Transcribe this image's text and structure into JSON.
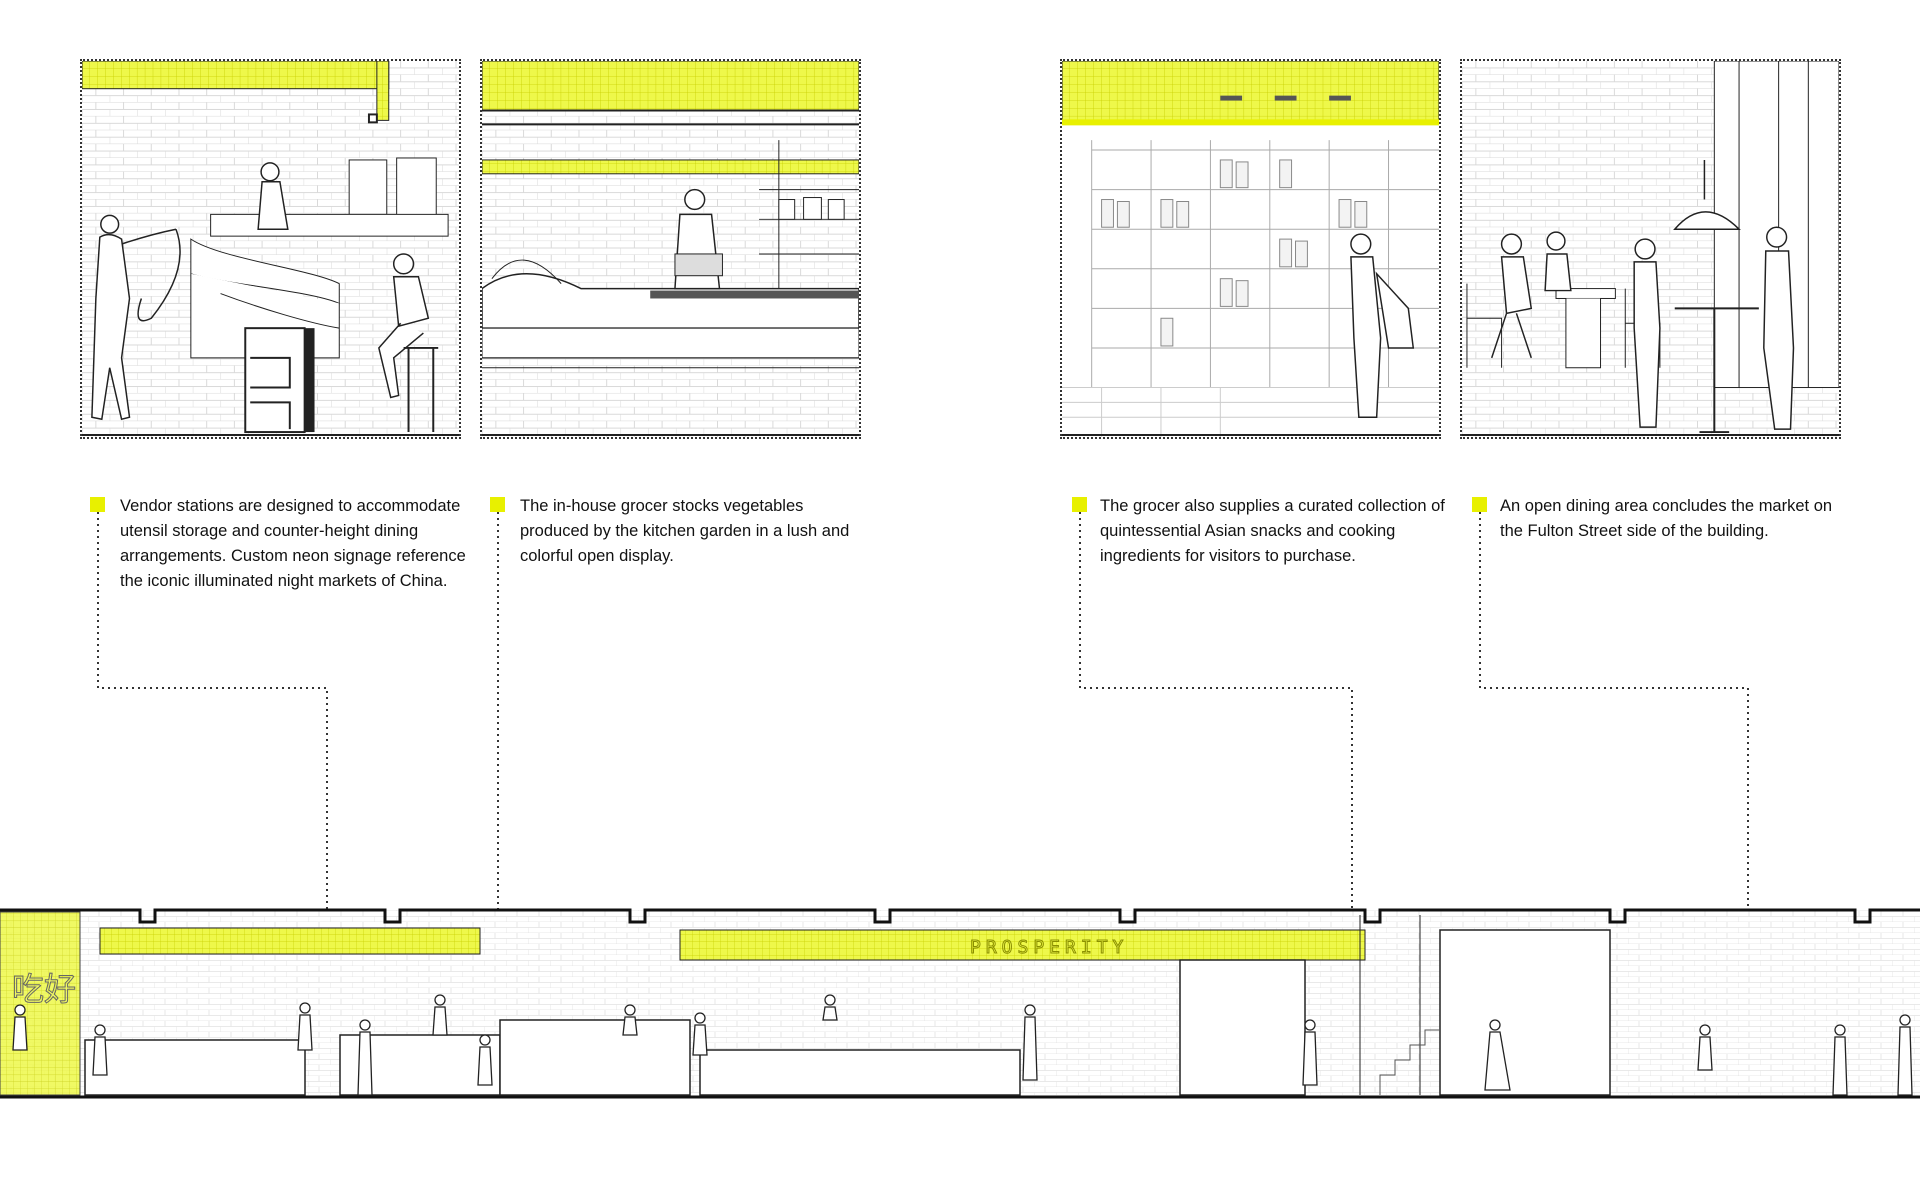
{
  "colors": {
    "accent": "#e8f000",
    "line": "#222222",
    "background": "#ffffff"
  },
  "captions": [
    {
      "text": "Vendor stations are designed to accommodate utensil storage and counter-height dining arrangements. Custom neon signage reference the iconic illuminated night markets of China."
    },
    {
      "text": "The in-house grocer stocks vegetables produced by the kitchen garden in a lush and colorful open display."
    },
    {
      "text": "The grocer also supplies a curated collection of quintessential Asian snacks and cooking ingredients for visitors to purchase."
    },
    {
      "text": "An open dining area concludes the market on the Fulton Street side of the building."
    }
  ],
  "section": {
    "sign_text": "PROSPERITY",
    "neon_chars": "吃好"
  }
}
